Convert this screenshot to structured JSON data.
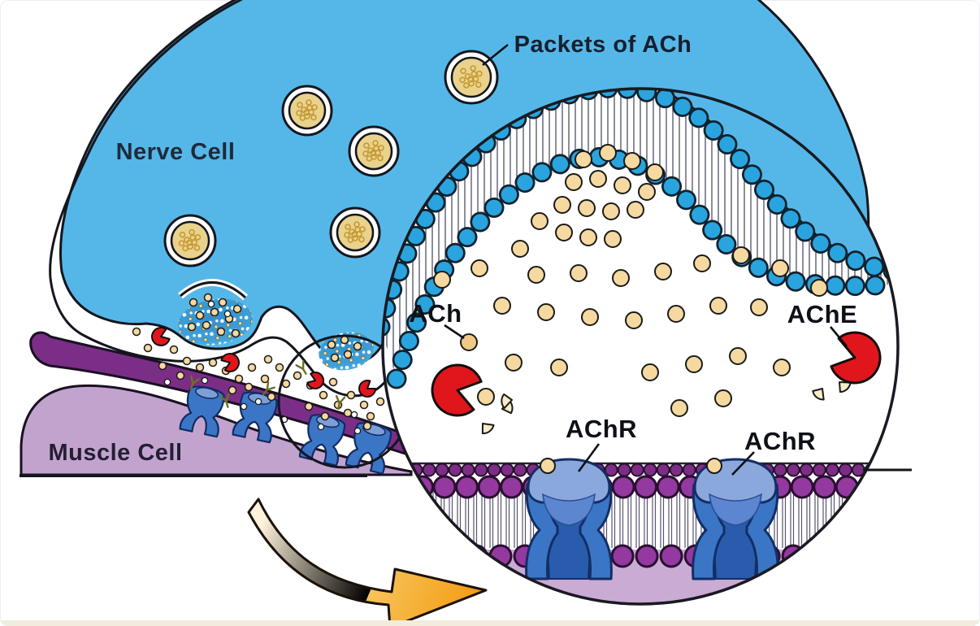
{
  "figure": {
    "type": "biology-diagram",
    "subject": "neuromuscular junction / acetylcholine signaling",
    "labels": {
      "nerve_cell": "Nerve Cell",
      "muscle_cell": "Muscle Cell",
      "packets_of_ach": "Packets of ACh",
      "ach": "ACh",
      "ache": "AChE",
      "achr_left": "AChR",
      "achr_right": "AChR"
    },
    "colors": {
      "nerve_cell_fill": "#55b7e8",
      "membrane_lipid_blue": "#29a4de",
      "vesicle_fill": "#e9d28c",
      "vesicle_speckle": "#c69933",
      "ach_molecule": "#f6d9a1",
      "ache_enzyme_red": "#e0161c",
      "muscle_membrane_purple": "#7b2e86",
      "lipid_head_purple": "#93399f",
      "lipid_head_dark_purple": "#7c2e85",
      "muscle_cell_fill": "#c2a3ce",
      "receptor_blue": "#3a76c5",
      "receptor_cap_blue": "#8aa8dc",
      "arrow_orange": "#f5a01e",
      "outline": "#14161e"
    }
  }
}
